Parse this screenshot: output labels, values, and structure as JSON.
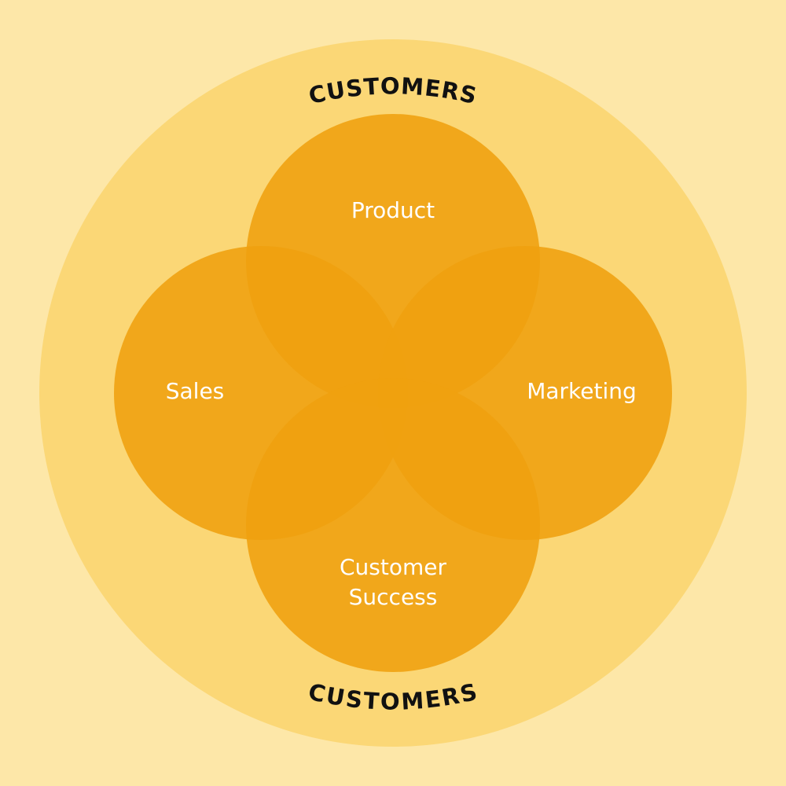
{
  "diagram": {
    "type": "venn",
    "outer_label_top": "CUSTOMERS",
    "outer_label_bottom": "CUSTOMERS",
    "circles": [
      {
        "id": "product",
        "label_lines": [
          "Product"
        ]
      },
      {
        "id": "sales",
        "label_lines": [
          "Sales"
        ]
      },
      {
        "id": "marketing",
        "label_lines": [
          "Marketing"
        ]
      },
      {
        "id": "customer-success",
        "label_lines": [
          "Customer",
          "Success"
        ]
      }
    ]
  },
  "colors": {
    "background": "#fde7a8",
    "outer_circle": "#fbd776",
    "inner_circle": "#efa10f",
    "inner_circle_opacity": 0.88,
    "label_text": "#ffffff",
    "outer_text": "#111111"
  }
}
